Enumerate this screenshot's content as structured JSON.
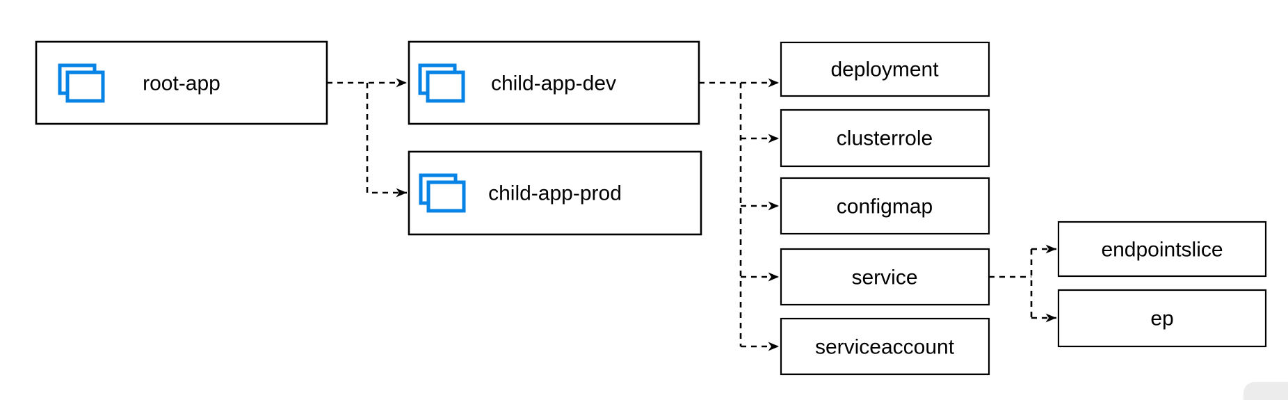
{
  "nodes": {
    "root_app": {
      "label": "root-app",
      "icon": "app-windows-icon"
    },
    "child_app_dev": {
      "label": "child-app-dev",
      "icon": "app-windows-icon"
    },
    "child_app_prod": {
      "label": "child-app-prod",
      "icon": "app-windows-icon"
    },
    "deployment": {
      "label": "deployment"
    },
    "clusterrole": {
      "label": "clusterrole"
    },
    "configmap": {
      "label": "configmap"
    },
    "service": {
      "label": "service"
    },
    "serviceaccount": {
      "label": "serviceaccount"
    },
    "endpointslice": {
      "label": "endpointslice"
    },
    "ep": {
      "label": "ep"
    }
  },
  "edges": [
    {
      "from": "root-app",
      "to": "child-app-dev",
      "style": "dashed-arrow"
    },
    {
      "from": "root-app",
      "to": "child-app-prod",
      "style": "dashed-arrow"
    },
    {
      "from": "child-app-dev",
      "to": "deployment",
      "style": "dashed-arrow"
    },
    {
      "from": "child-app-dev",
      "to": "clusterrole",
      "style": "dashed-arrow"
    },
    {
      "from": "child-app-dev",
      "to": "configmap",
      "style": "dashed-arrow"
    },
    {
      "from": "child-app-dev",
      "to": "service",
      "style": "dashed-arrow"
    },
    {
      "from": "child-app-dev",
      "to": "serviceaccount",
      "style": "dashed-arrow"
    },
    {
      "from": "service",
      "to": "endpointslice",
      "style": "dashed-arrow"
    },
    {
      "from": "service",
      "to": "ep",
      "style": "dashed-arrow"
    }
  ],
  "colors": {
    "background": "#ffffff",
    "node_border": "#000000",
    "node_fill": "#ffffff",
    "label_text": "#000000",
    "app_icon_blue": "#0782e5",
    "edge": "#000000",
    "corner_artifact": "#ececec"
  }
}
